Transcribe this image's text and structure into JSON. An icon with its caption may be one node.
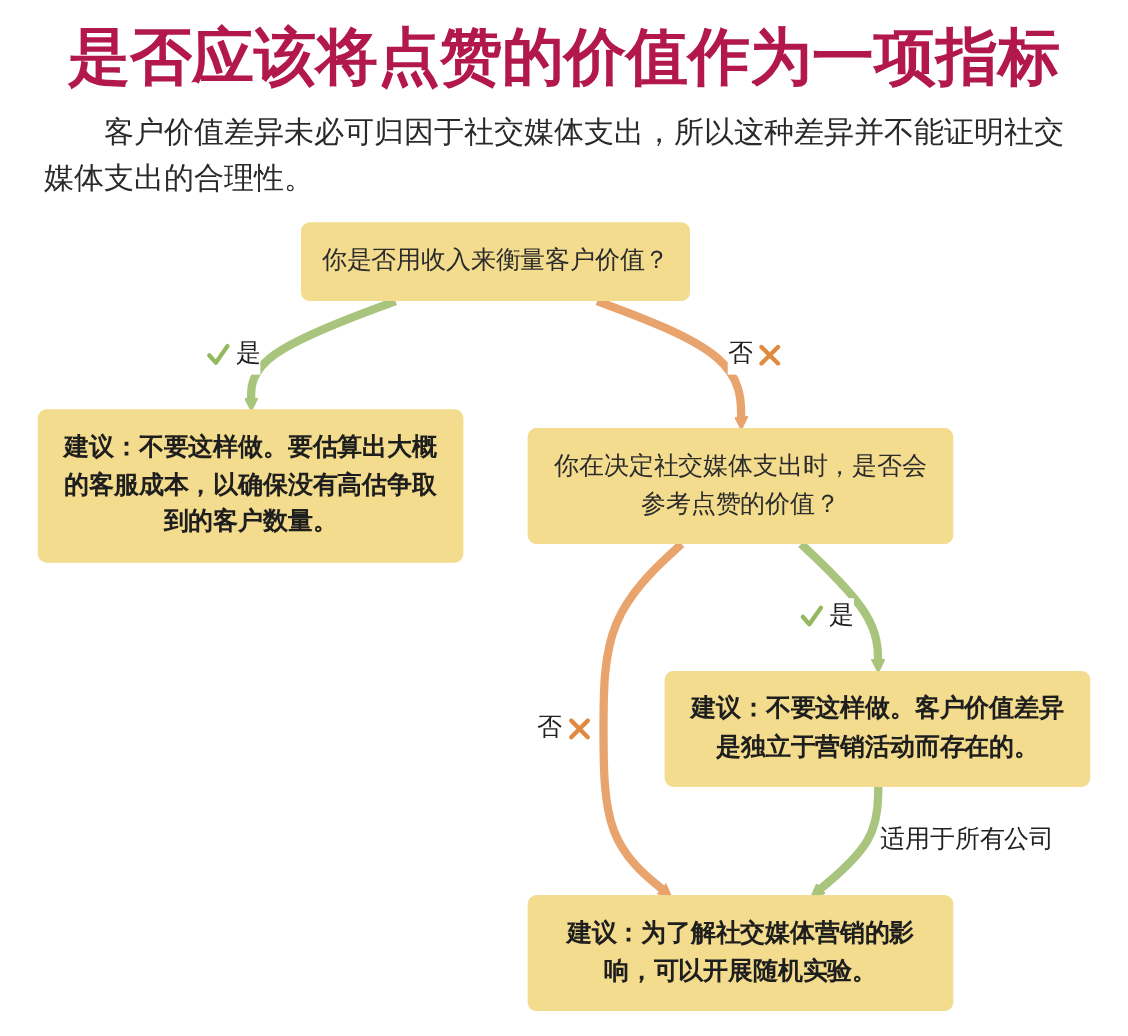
{
  "diagram": {
    "title": "是否应该将点赞的价值作为一项指标",
    "caption": "客户价值差异未必可归因于社交媒体支出，所以这种差异并不能证明社交媒体支出的合理性。",
    "nodes": [
      {
        "text": [
          "你是否用收入来衡量客户价值？"
        ]
      },
      {
        "text": [
          "建议：不要这样做。要估算出大概的客服成本，以确保没有高估争取到的客户数量。"
        ]
      },
      {
        "text": [
          "你在决定社交媒体支出时，是否会参考点赞的价值？"
        ]
      },
      {
        "text": [
          "建议：不要这样做。客户价值差异是独立于营销活动而存在的。"
        ]
      },
      {
        "text": [
          "建议：为了解社交媒体营销的影响，可以开展随机实验。"
        ]
      }
    ],
    "edges": [
      {
        "from": 0,
        "to": 1,
        "arrow": "to",
        "label": "是"
      },
      {
        "from": 0,
        "to": 2,
        "arrow": "to",
        "label": "否",
        "color": "#e9a46e"
      },
      {
        "from": 2,
        "to": 3,
        "arrow": "to",
        "label": "是"
      },
      {
        "from": 2,
        "to": 4,
        "arrow": "to",
        "label": "否",
        "color": "#e9a46e"
      },
      {
        "from": 3,
        "to": 4,
        "arrow": "to",
        "label": "适用于所有公司"
      }
    ]
  }
}
